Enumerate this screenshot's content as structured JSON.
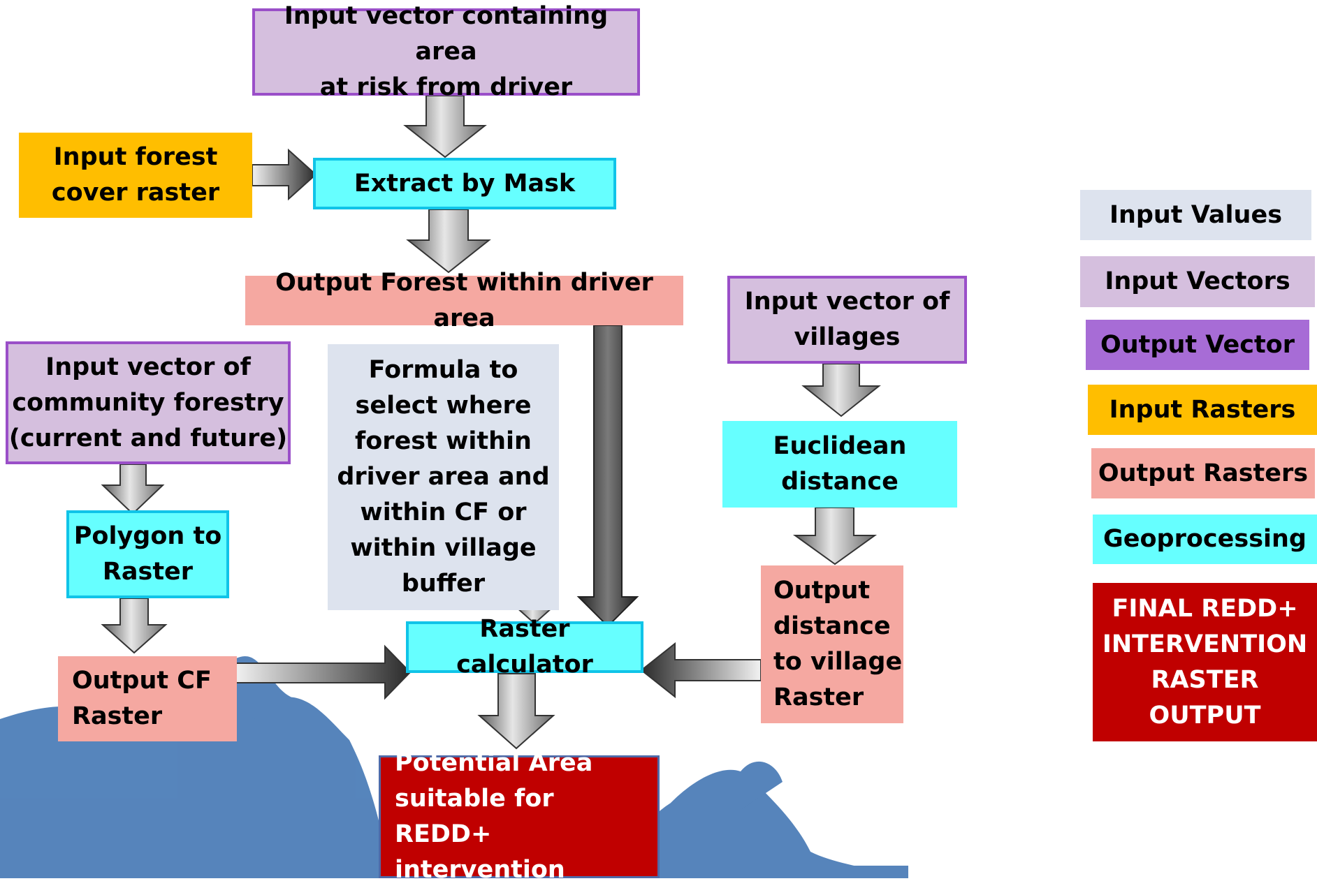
{
  "colors": {
    "input_vector": "#d5bfde",
    "input_vector_border": "#9a4fc8",
    "output_vector": "#a76cd6",
    "input_raster": "#ffbe00",
    "output_raster": "#f5a8a1",
    "geoprocessing": "#66ffff",
    "final_output": "#c00000",
    "input_values": "#dde3ee",
    "silhouette": "#4d7eb8"
  },
  "nodes": {
    "input_vector_driver": "Input vector containing area\nat risk from driver",
    "input_forest_cover": "Input forest\ncover raster",
    "extract_by_mask": "Extract by Mask",
    "output_forest_driver": "Output Forest within driver area",
    "input_vector_villages": "Input vector of\nvillages",
    "input_vector_cf": "Input vector of\ncommunity forestry\n(current and future)",
    "formula": "Formula to\nselect where\nforest within\ndriver area and\nwithin CF or\nwithin village\nbuffer",
    "euclidean_distance": "Euclidean\ndistance",
    "polygon_to_raster": "Polygon to\nRaster",
    "output_distance_village": "Output\ndistance\nto village\nRaster",
    "raster_calculator": "Raster calculator",
    "output_cf_raster": "Output CF\nRaster",
    "potential_area": "Potential Area\nsuitable for REDD+\nintervention"
  },
  "legend": {
    "input_values": "Input Values",
    "input_vectors": "Input Vectors",
    "output_vector": "Output Vector",
    "input_rasters": "Input Rasters",
    "output_rasters": "Output Rasters",
    "geoprocessing": "Geoprocessing",
    "final_output": "FINAL REDD+\nINTERVENTION\nRASTER\nOUTPUT"
  }
}
